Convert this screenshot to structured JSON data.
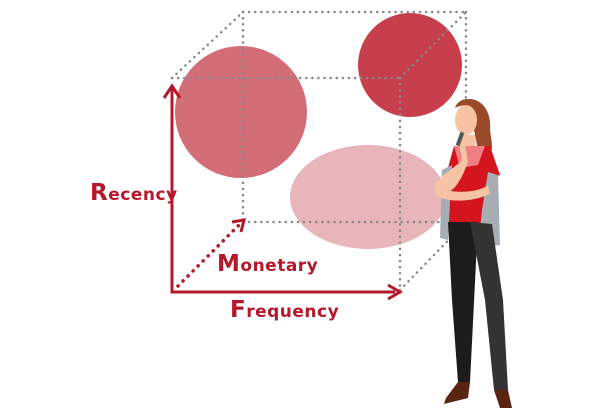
{
  "labels": {
    "recency": {
      "initial": "R",
      "rest": "ecency"
    },
    "monetary": {
      "initial": "M",
      "rest": "onetary"
    },
    "frequency": {
      "initial": "F",
      "rest": "requency"
    }
  },
  "colors": {
    "axis": "#b5182b",
    "cube_dots": "#888888",
    "bubble_recency": "#d36e79",
    "bubble_top": "#c73f4c",
    "bubble_light": "#e8b5bb"
  }
}
